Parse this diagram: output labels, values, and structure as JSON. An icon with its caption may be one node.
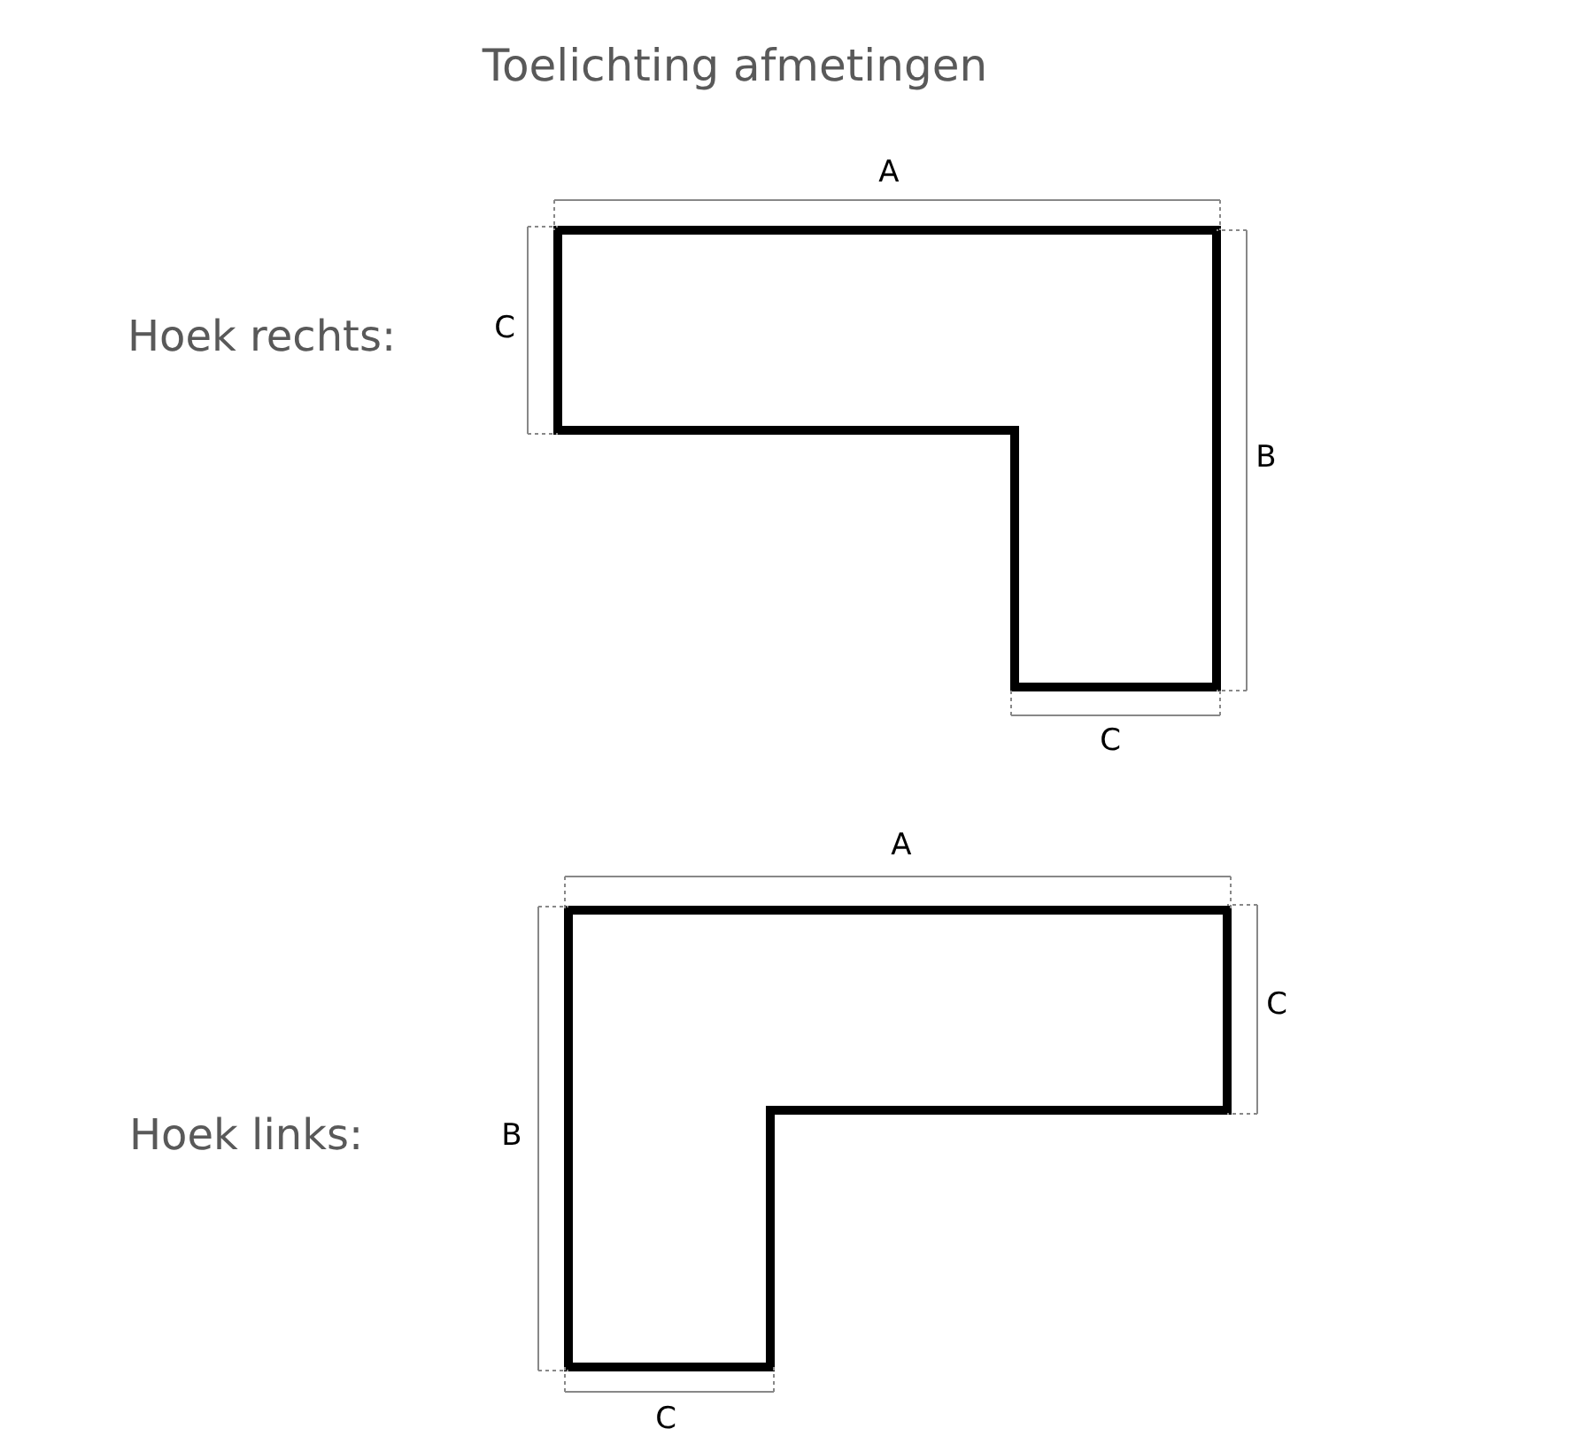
{
  "diagram": {
    "title": "Toelichting afmetingen",
    "nodes": [
      {
        "text": [],
        "shape": "polygon"
      },
      {
        "text": [],
        "shape": "polygon"
      }
    ],
    "labels": [
      "Hoek rechts:",
      "A",
      "C",
      "B",
      "C",
      "Hoek links:",
      "A",
      "C",
      "B",
      "C"
    ]
  }
}
